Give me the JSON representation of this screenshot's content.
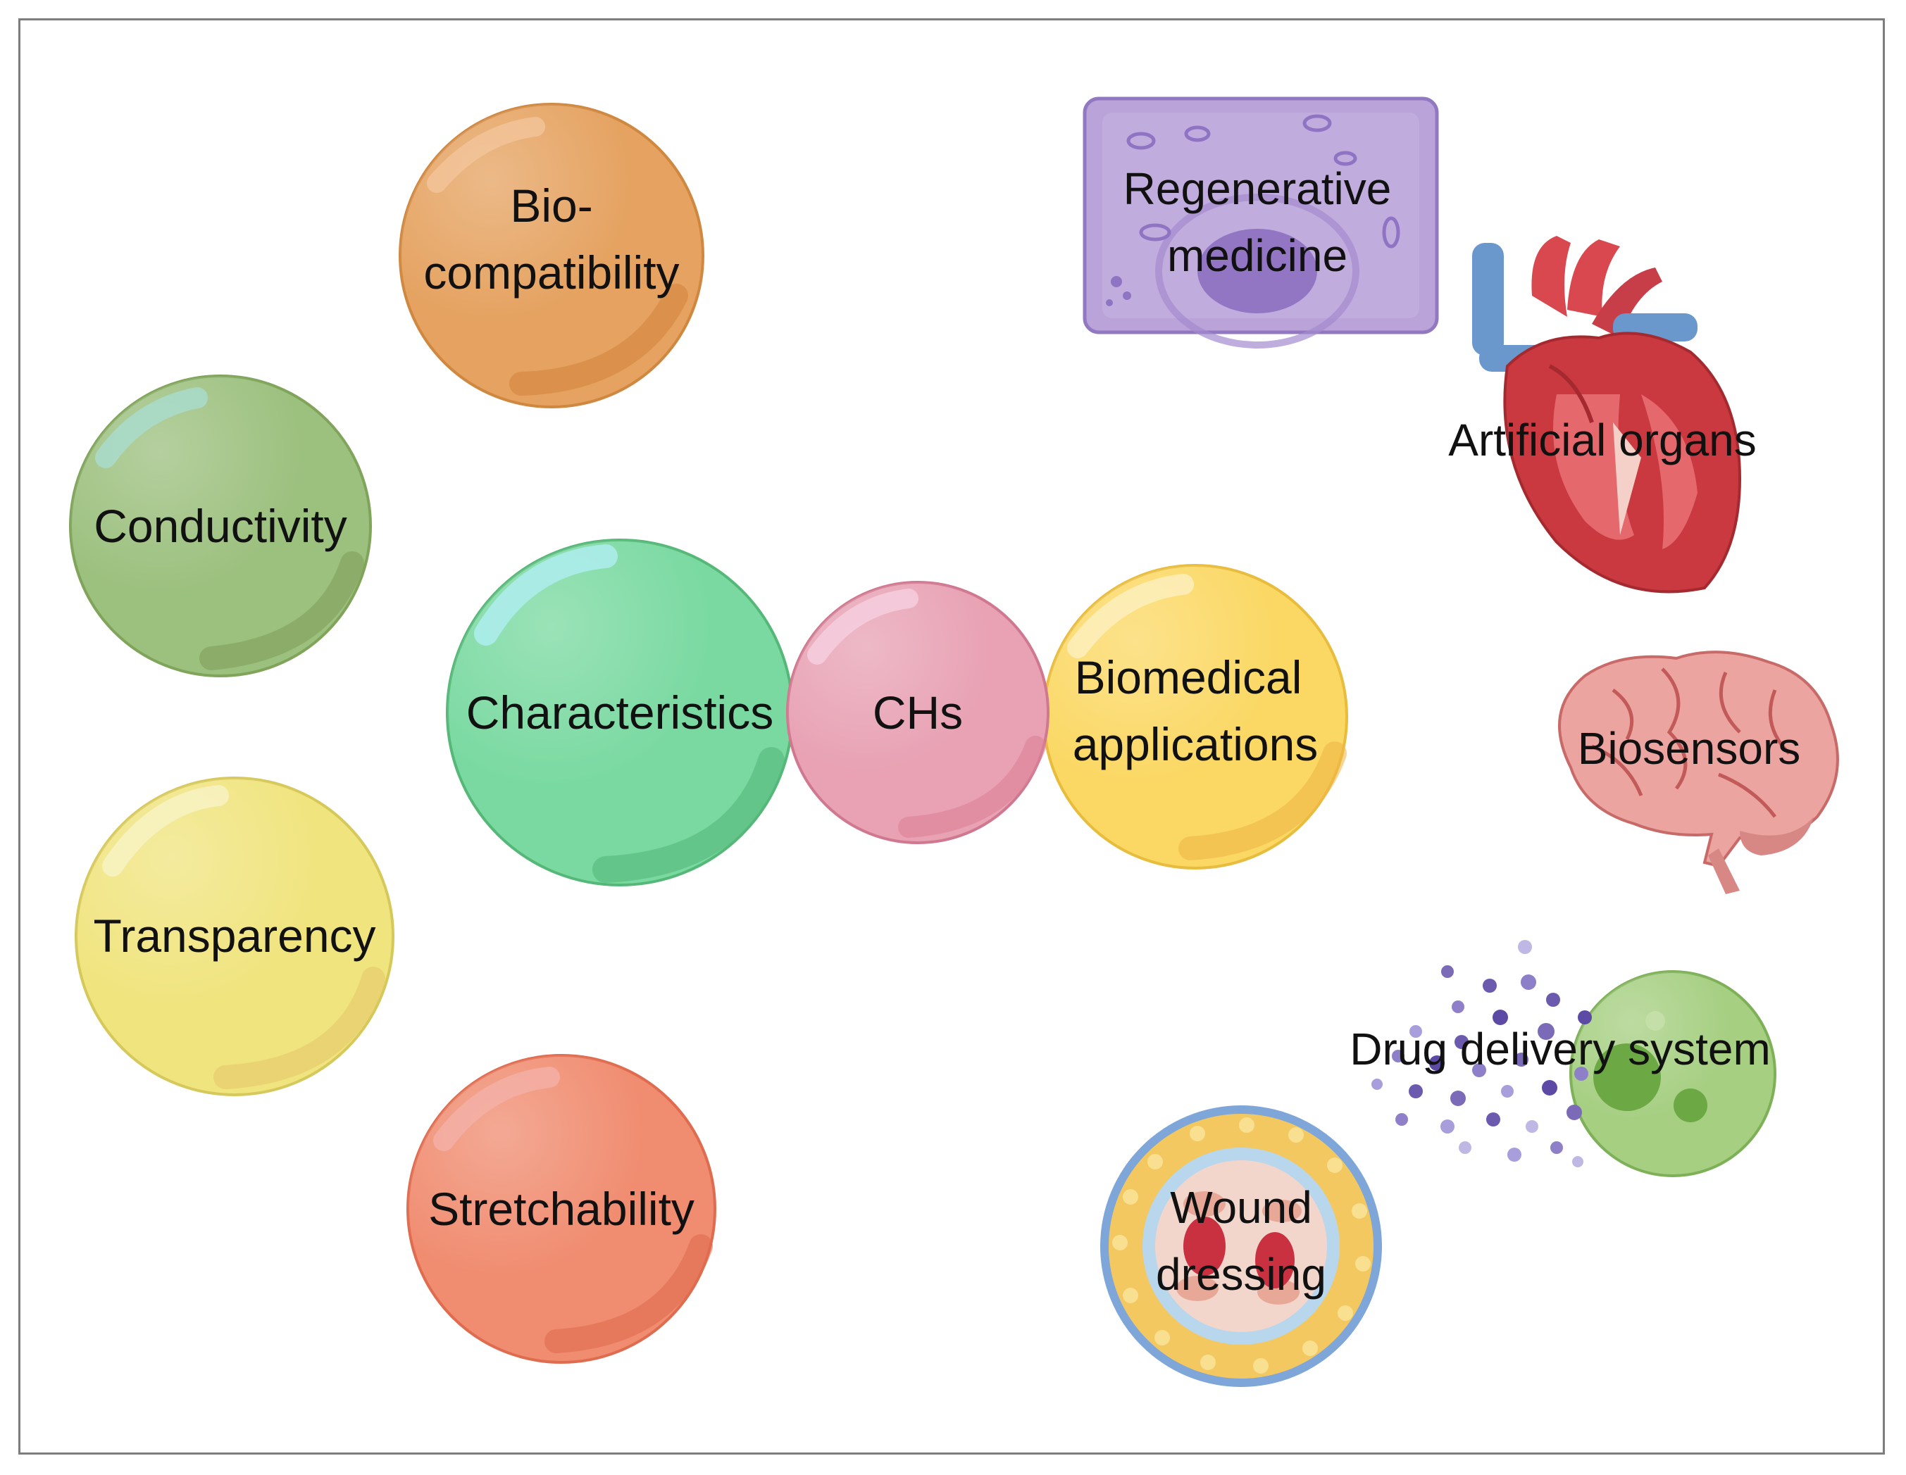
{
  "center": {
    "label": "CHs",
    "color": "#e8a2b4"
  },
  "characteristics": {
    "hub_label": "Characteristics",
    "hub_color": "#79d9a0",
    "items": [
      {
        "label_line1": "Bio-",
        "label_line2": "compatibility",
        "color": "#e5a260"
      },
      {
        "label": "Conductivity",
        "color": "#9cc07e"
      },
      {
        "label": "Transparency",
        "color": "#f0e47e"
      },
      {
        "label": "Stretchability",
        "color": "#f08c70"
      }
    ]
  },
  "applications": {
    "hub_label_line1": "Biomedical",
    "hub_label_line2": "applications",
    "hub_color": "#fbd864",
    "items": [
      {
        "label_line1": "Regenerative",
        "label_line2": "medicine",
        "icon": "cell-icon",
        "color": "#b9a3d8"
      },
      {
        "label": "Artificial organs",
        "icon": "heart-icon",
        "color": "#c9393f"
      },
      {
        "label": "Biosensors",
        "icon": "brain-icon",
        "color": "#eba4a0"
      },
      {
        "label": "Drug delivery system",
        "icon": "drug-particle-icon",
        "color": "#a6cf82"
      },
      {
        "label_line1": "Wound",
        "label_line2": "dressing",
        "icon": "vessel-cross-section-icon",
        "color": "#f4c860"
      }
    ]
  }
}
